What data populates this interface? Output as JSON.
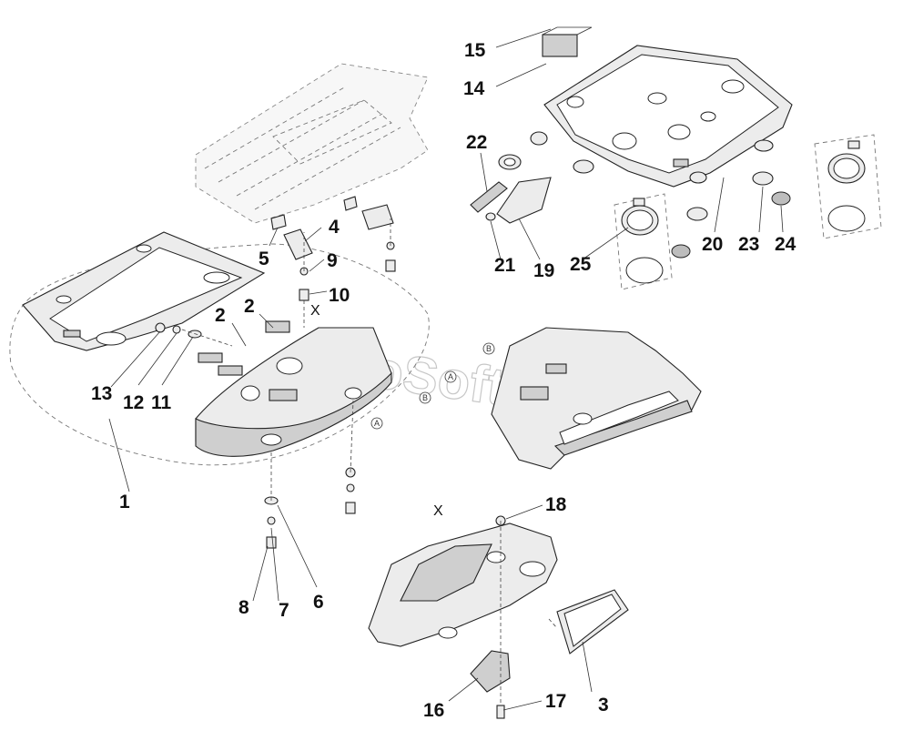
{
  "callouts": [
    {
      "id": "c1",
      "text": "1"
    },
    {
      "id": "c2a",
      "text": "2"
    },
    {
      "id": "c2b",
      "text": "2"
    },
    {
      "id": "c3",
      "text": "3"
    },
    {
      "id": "c4",
      "text": "4"
    },
    {
      "id": "c5",
      "text": "5"
    },
    {
      "id": "c6",
      "text": "6"
    },
    {
      "id": "c7",
      "text": "7"
    },
    {
      "id": "c8",
      "text": "8"
    },
    {
      "id": "c9",
      "text": "9"
    },
    {
      "id": "c10",
      "text": "10"
    },
    {
      "id": "c11",
      "text": "11"
    },
    {
      "id": "c12",
      "text": "12"
    },
    {
      "id": "c13",
      "text": "13"
    },
    {
      "id": "c14",
      "text": "14"
    },
    {
      "id": "c15",
      "text": "15"
    },
    {
      "id": "c16",
      "text": "16"
    },
    {
      "id": "c17",
      "text": "17"
    },
    {
      "id": "c18",
      "text": "18"
    },
    {
      "id": "c19",
      "text": "19"
    },
    {
      "id": "c20",
      "text": "20"
    },
    {
      "id": "c21",
      "text": "21"
    },
    {
      "id": "c22",
      "text": "22"
    },
    {
      "id": "c23",
      "text": "23"
    },
    {
      "id": "c24",
      "text": "24"
    },
    {
      "id": "c25",
      "text": "25"
    }
  ],
  "markers": {
    "x_top": "X",
    "x_bottom": "X",
    "circle_a": "A",
    "circle_b": "B",
    "circle_b2": "B",
    "circle_a2": "A"
  },
  "watermark": "AutoSoft"
}
